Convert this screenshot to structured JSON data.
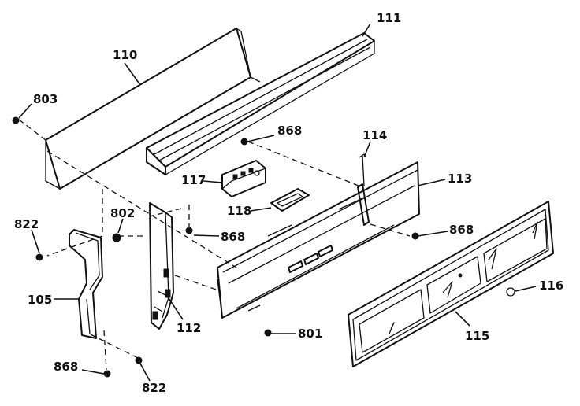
{
  "callouts": {
    "c110": "110",
    "c111": "111",
    "c803": "803",
    "c868_top": "868",
    "c114": "114",
    "c113": "113",
    "c117": "117",
    "c118": "118",
    "c822_left": "822",
    "c802": "802",
    "c868_mid": "868",
    "c868_right": "868",
    "c105": "105",
    "c112": "112",
    "c116": "116",
    "c801": "801",
    "c115": "115",
    "c868_bottom": "868",
    "c822_bottom": "822"
  }
}
